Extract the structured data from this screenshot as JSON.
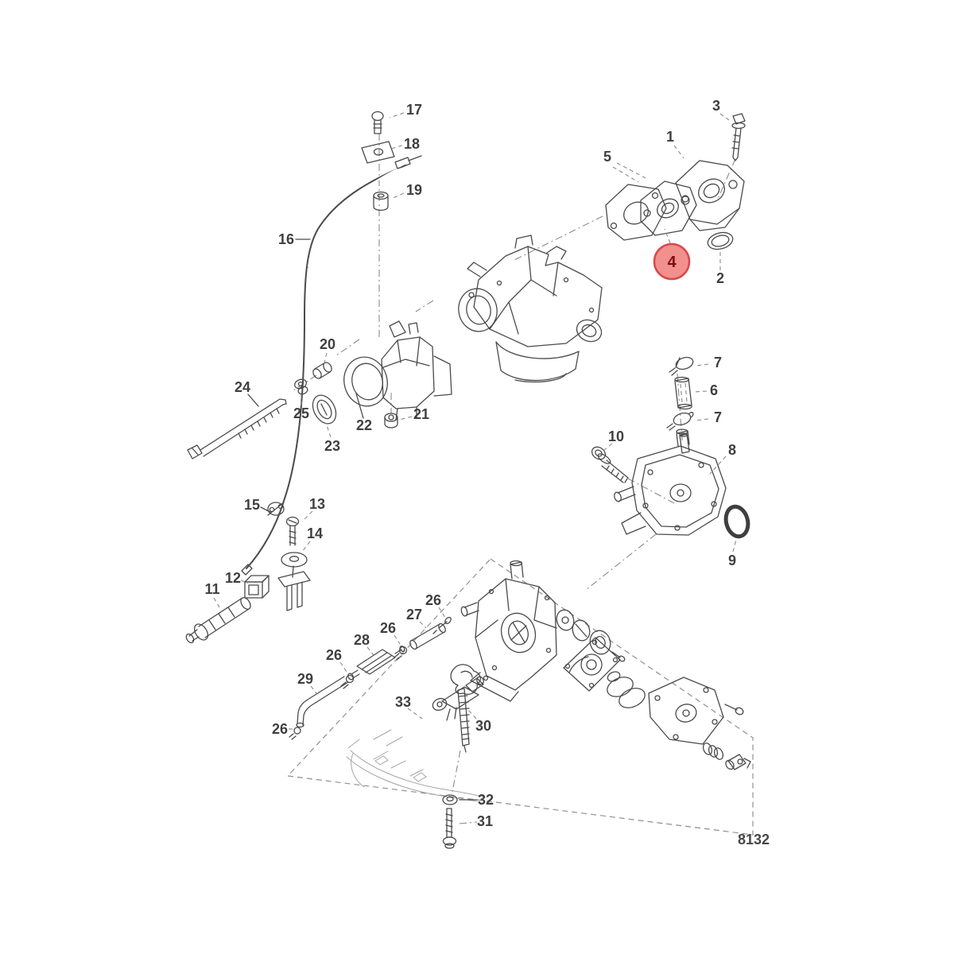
{
  "figure": {
    "number": "8132"
  },
  "highlight": {
    "part": "4",
    "fill": "#f2908e",
    "stroke": "#d6494b",
    "text_color": "#7a1012"
  },
  "labels": {
    "p1": "1",
    "p2": "2",
    "p3": "3",
    "p5": "5",
    "p6": "6",
    "p7a": "7",
    "p7b": "7",
    "p8": "8",
    "p9": "9",
    "p10": "10",
    "p11": "11",
    "p12": "12",
    "p13": "13",
    "p14": "14",
    "p15": "15",
    "p16": "16",
    "p17": "17",
    "p18": "18",
    "p19": "19",
    "p20": "20",
    "p21": "21",
    "p22": "22",
    "p23": "23",
    "p24": "24",
    "p25": "25",
    "p26a": "26",
    "p26b": "26",
    "p26c": "26",
    "p26d": "26",
    "p27": "27",
    "p28": "28",
    "p29": "29",
    "p30": "30",
    "p31": "31",
    "p32": "32",
    "p33": "33"
  },
  "colors": {
    "line": "#4a4a4a",
    "leader": "#8a8a8a",
    "label_text": "#3f3f3f",
    "faint_sketch": "#a5a5a5"
  }
}
